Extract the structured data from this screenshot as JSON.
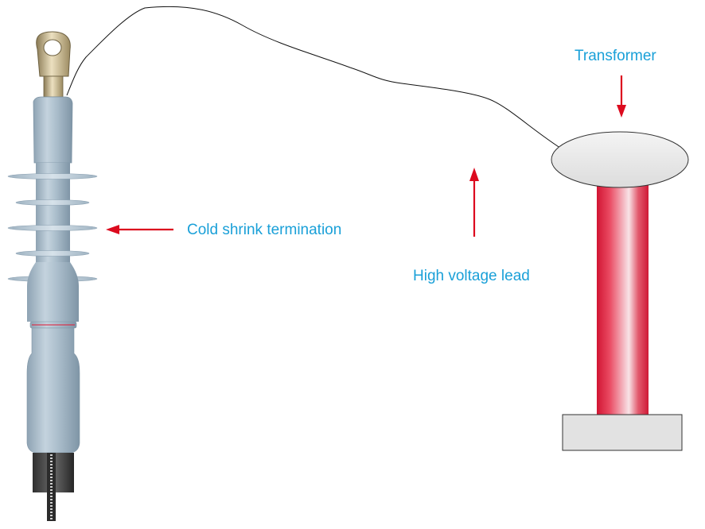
{
  "labels": {
    "transformer": "Transformer",
    "cold_shrink_termination": "Cold shrink termination",
    "high_voltage_lead": "High voltage lead"
  },
  "colors": {
    "label_text": "#1aa0d8",
    "arrow": "#dc0a1e",
    "transformer_red": "#e0203c",
    "insulator_blue": "#a8bccb",
    "lead_wire": "#111111"
  },
  "icons": {
    "termination": "cold-shrink-termination-icon",
    "transformer": "transformer-icon"
  }
}
